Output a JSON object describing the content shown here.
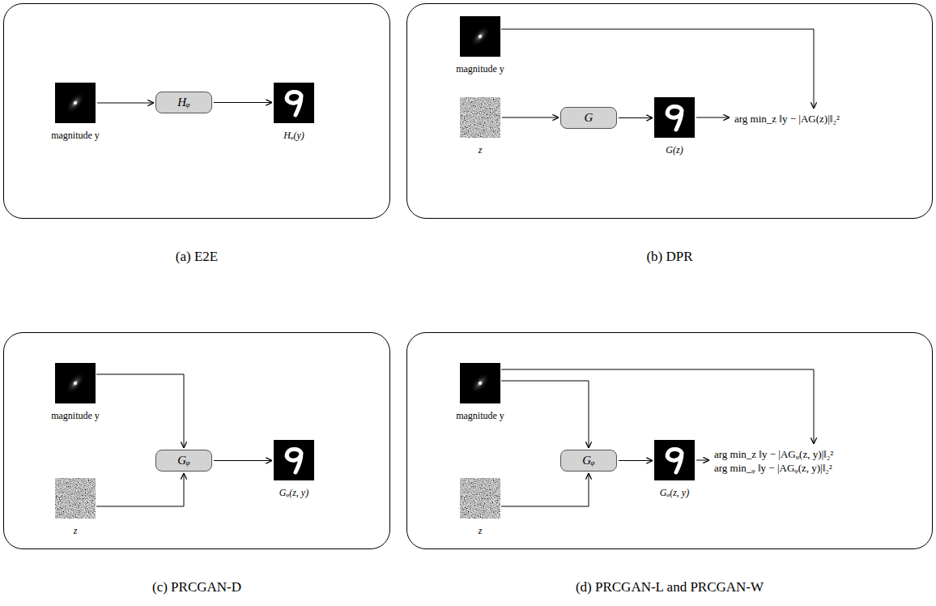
{
  "diagram": {
    "nodes": [
      {
        "text": [
          "(a) E2E"
        ]
      },
      {
        "text": [
          "magnitude y"
        ],
        "in": 0
      },
      {
        "text": [
          "Hᵩ"
        ],
        "in": 0
      },
      {
        "text": [
          "Hᵩ(y)"
        ],
        "in": 0
      },
      {
        "text": [
          "(b) DPR"
        ]
      },
      {
        "text": [
          "magnitude y"
        ],
        "in": 4
      },
      {
        "text": [
          "z"
        ],
        "in": 4
      },
      {
        "text": [
          "G"
        ],
        "in": 4
      },
      {
        "text": [
          "G(z)"
        ],
        "in": 4
      },
      {
        "text": [
          "arg min_z ‖y − |AG(z)|‖₂²"
        ],
        "in": 4
      },
      {
        "text": [
          "(c) PRCGAN-D"
        ]
      },
      {
        "text": [
          "magnitude y"
        ],
        "in": 10
      },
      {
        "text": [
          "z"
        ],
        "in": 10
      },
      {
        "text": [
          "Gᵩ"
        ],
        "in": 10
      },
      {
        "text": [
          "Gᵩ(z, y)"
        ],
        "in": 10
      },
      {
        "text": [
          "(d) PRCGAN-L and PRCGAN-W"
        ]
      },
      {
        "text": [
          "magnitude y"
        ],
        "in": 15
      },
      {
        "text": [
          "z"
        ],
        "in": 15
      },
      {
        "text": [
          "Gᵩ"
        ],
        "in": 15
      },
      {
        "text": [
          "Gᵩ(z, y)"
        ],
        "in": 15
      },
      {
        "text": [
          "arg min_z ‖y − |AGᵩ(z, y)|‖₂²",
          "arg min_ᵩ ‖y − |AGᵩ(z, y)|‖₂²"
        ],
        "in": 15
      }
    ],
    "edges": [
      {
        "from": 1,
        "to": 2,
        "arrow": "to"
      },
      {
        "from": 2,
        "to": 3,
        "arrow": "to"
      },
      {
        "from": 5,
        "to": 9,
        "arrow": "to"
      },
      {
        "from": 6,
        "to": 7,
        "arrow": "to"
      },
      {
        "from": 7,
        "to": 8,
        "arrow": "to"
      },
      {
        "from": 8,
        "to": 9,
        "arrow": "to"
      },
      {
        "from": 11,
        "to": 13,
        "arrow": "to"
      },
      {
        "from": 12,
        "to": 13,
        "arrow": "to"
      },
      {
        "from": 13,
        "to": 14,
        "arrow": "to"
      },
      {
        "from": 16,
        "to": 20,
        "arrow": "to"
      },
      {
        "from": 16,
        "to": 18,
        "arrow": "to"
      },
      {
        "from": 17,
        "to": 18,
        "arrow": "to"
      },
      {
        "from": 18,
        "to": 19,
        "arrow": "to"
      },
      {
        "from": 19,
        "to": 20,
        "arrow": "to"
      }
    ]
  }
}
